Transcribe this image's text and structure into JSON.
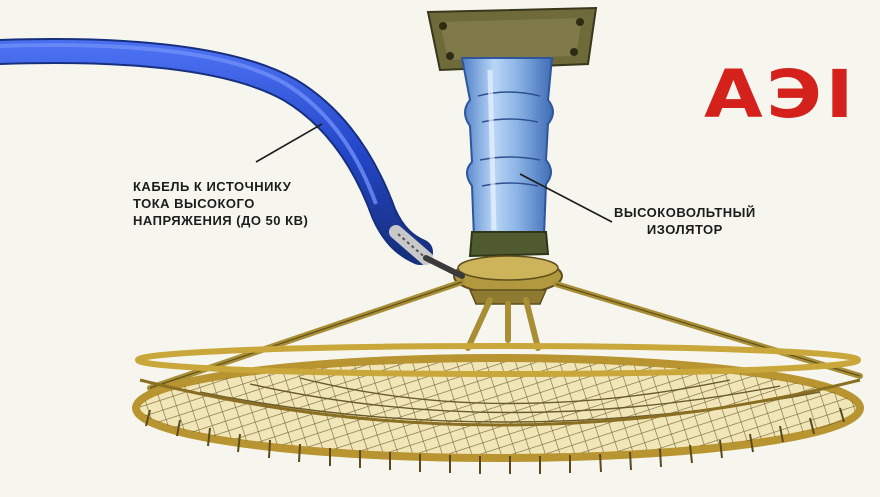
{
  "title_fragment": "АЭІ",
  "labels": {
    "cable": {
      "line1": "КАБЕЛЬ К ИСТОЧНИКУ",
      "line2": "ТОКА ВЫСОКОГО",
      "line3": "НАПРЯЖЕНИЯ (ДО 50 КВ)"
    },
    "insulator": {
      "line1": "ВЫСОКОВОЛЬТНЫЙ",
      "line2": "ИЗОЛЯТОР"
    }
  },
  "colors": {
    "background": "#f6f6ef",
    "cable": "#2a4fd6",
    "insulator": "#8fb6e8",
    "mount_plate": "#6e6a3a",
    "frame": "#c9a73a",
    "title": "#d4211b"
  }
}
